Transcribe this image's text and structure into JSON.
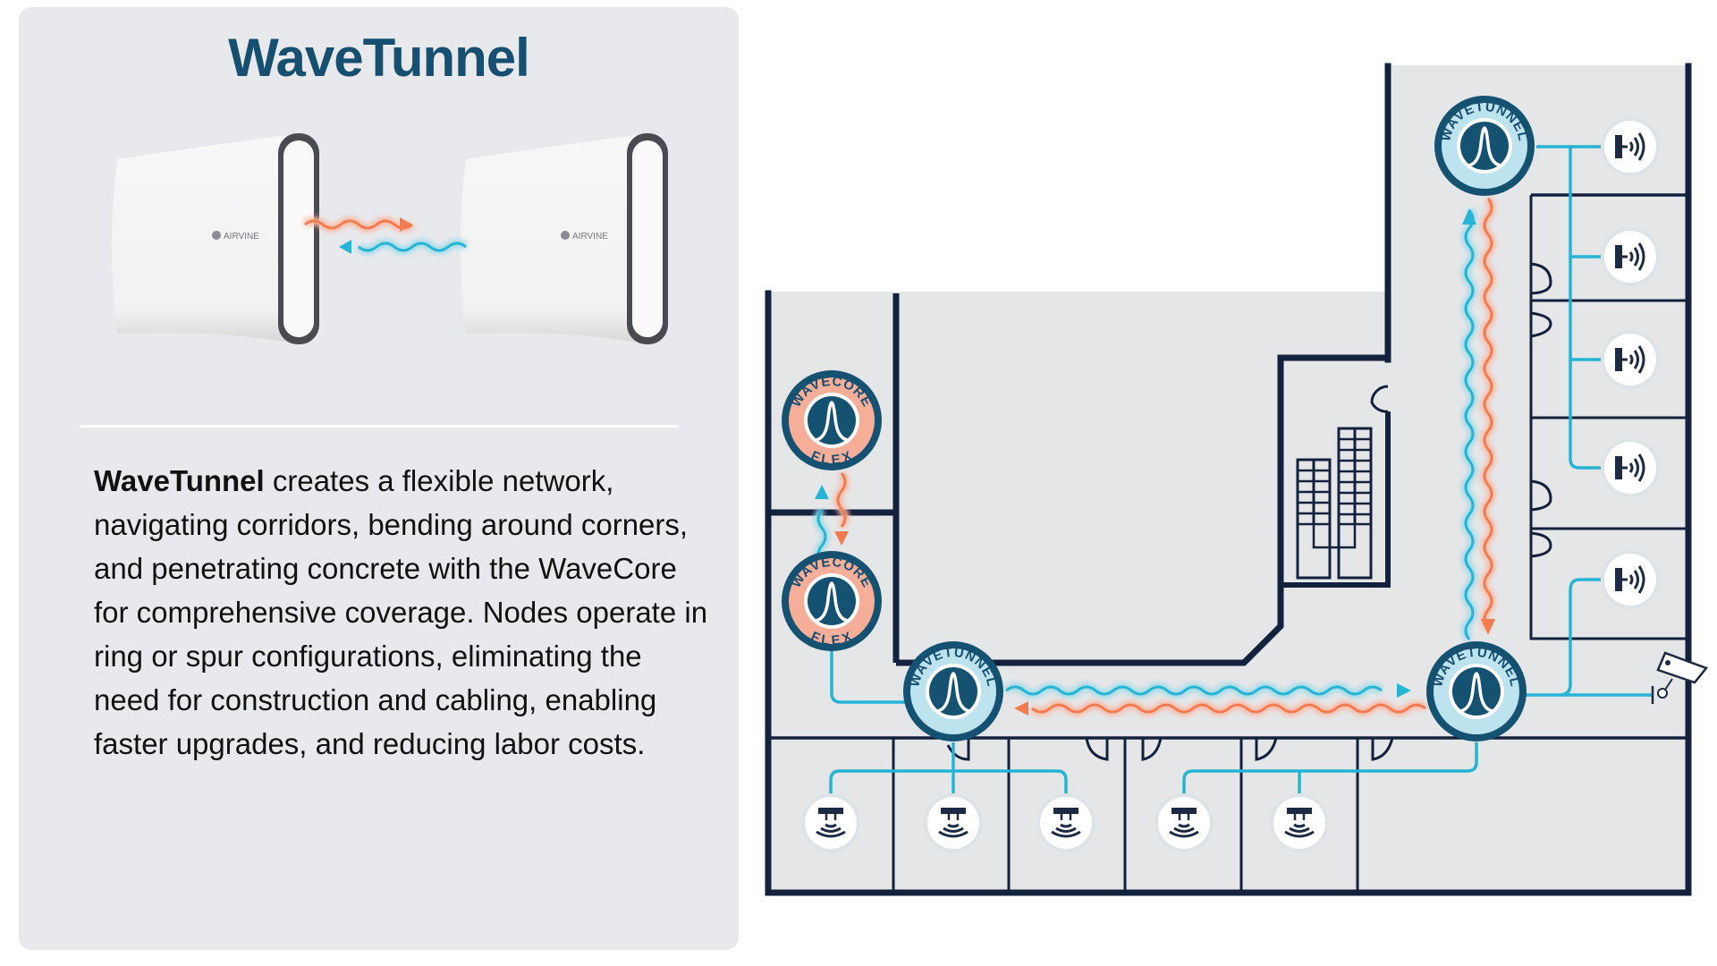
{
  "panel": {
    "title": "WaveTunnel",
    "device_brand": "AIRVINE",
    "description_bold": "WaveTunnel",
    "description_rest": " creates a flexible network, navigating corridors, bending around corners, and penetrating concrete with the WaveCore for comprehensive coverage. Nodes operate in ring or spur configurations, eliminating the need for construction and cabling, enabling faster upgrades, and reducing labor costs."
  },
  "floorplan": {
    "nodes": [
      {
        "type": "wavecore-flex",
        "label_top": "WAVECORE",
        "label_bottom": "FLEX"
      },
      {
        "type": "wavecore-flex",
        "label_top": "WAVECORE",
        "label_bottom": "FLEX"
      },
      {
        "type": "wavetunnel",
        "label_top": "WAVETUNNEL"
      },
      {
        "type": "wavetunnel",
        "label_top": "WAVETUNNEL"
      },
      {
        "type": "wavetunnel",
        "label_top": "WAVETUNNEL"
      }
    ],
    "wall_access_points": 5,
    "ceiling_access_points": 5,
    "cameras": 1,
    "icons": {
      "wall_ap": "wall-access-point-icon",
      "ceiling_ap": "ceiling-access-point-icon",
      "camera": "security-camera-icon",
      "stairs": "stairs-icon"
    }
  },
  "colors": {
    "title": "#174f70",
    "wall": "#14213d",
    "floor": "#e5e6e8",
    "wired_link": "#25b4d4",
    "signal_out": "#f47b50",
    "signal_in": "#25b4d4",
    "wavetunnel_ring": "#bde3ef",
    "wavecore_ring": "#f6ae99",
    "node_dark": "#155272"
  }
}
